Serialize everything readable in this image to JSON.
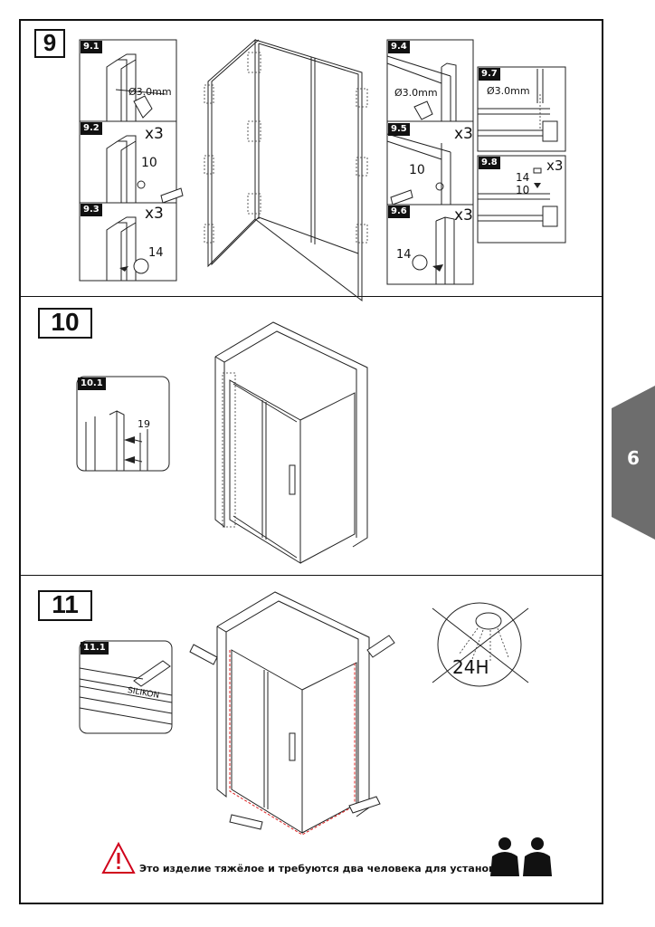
{
  "steps": {
    "s9": {
      "number": "9",
      "sub": [
        "9.1",
        "9.2",
        "9.3",
        "9.4",
        "9.5",
        "9.6",
        "9.7",
        "9.8"
      ],
      "drill_left": "Ø3.0mm",
      "drill_right": "Ø3.0mm",
      "drill_97": "Ø3.0mm",
      "x3_a": "x3",
      "x3_b": "x3",
      "x3_c": "x3",
      "x3_d": "x3",
      "x3_e": "x3",
      "n10_left": "10",
      "n14_left": "14",
      "n10_right": "10",
      "n14_right": "14",
      "n14_98": "14",
      "n10_98": "10"
    },
    "s10": {
      "number": "10",
      "sub": "10.1",
      "dim": "19"
    },
    "s11": {
      "number": "11",
      "sub": "11.1",
      "silikon": "SILIKON",
      "wait": "24H"
    }
  },
  "side_tab": {
    "label": "6",
    "color": "#6d6d6d"
  },
  "warning": {
    "text": "Это изделие тяжёлое и требуются два человека для установки."
  },
  "icons": {
    "warning": "warning-triangle-icon",
    "two_people": "two-people-icon",
    "no_shower": "no-shower-icon"
  },
  "colors": {
    "warning_red": "#d0021b",
    "silicone_line": "#e02020"
  }
}
